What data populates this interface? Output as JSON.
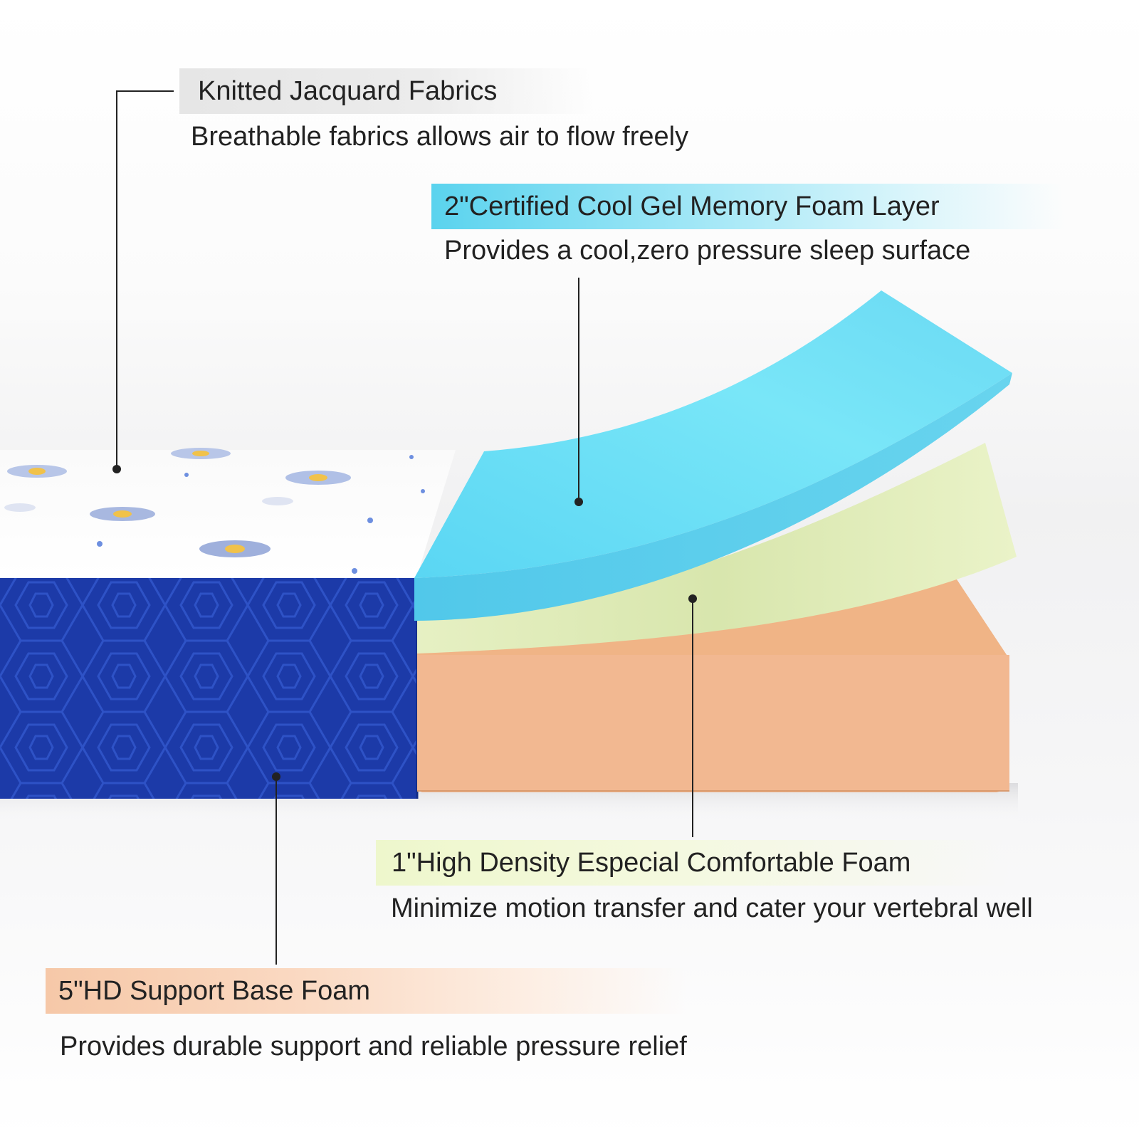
{
  "layers": {
    "fabric": {
      "title": "Knitted Jacquard Fabrics",
      "description": "Breathable fabrics allows air to flow freely"
    },
    "gel_memory_foam": {
      "title": "2\"Certified Cool Gel Memory Foam Layer",
      "description": "Provides a cool,zero pressure sleep surface"
    },
    "comfort_foam": {
      "title": "1\"High Density Especial Comfortable Foam",
      "description": "Minimize motion transfer and cater your vertebral well"
    },
    "base_foam": {
      "title": "5\"HD Support Base Foam",
      "description": "Provides durable support and reliable pressure relief"
    }
  },
  "colors": {
    "gel_foam": "#5fd8f0",
    "comfort_foam": "#e4efbe",
    "base_foam": "#f2b58a",
    "cover_side": "#1b3aa6",
    "cover_top": "#ffffff",
    "leader_line": "#222222"
  }
}
